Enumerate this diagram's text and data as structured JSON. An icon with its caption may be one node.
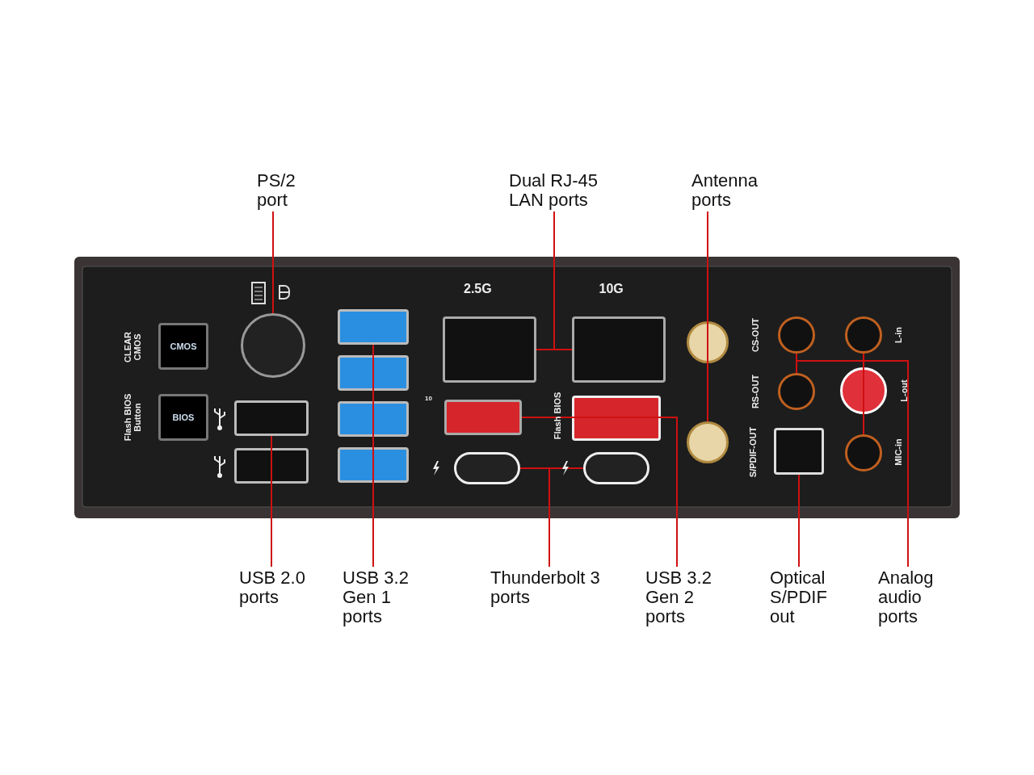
{
  "diagram": {
    "nodes": [
      {
        "text": [
          "PS/2 port"
        ]
      },
      {
        "text": [
          "Dual RJ-45 LAN ports"
        ]
      },
      {
        "text": [
          "Antenna ports"
        ]
      },
      {
        "text": [
          "CMOS"
        ]
      },
      {
        "text": [
          "BIOS"
        ]
      },
      {
        "text": [],
        "shape": "circle"
      },
      {
        "text": [],
        "shape": "box"
      },
      {
        "text": [],
        "shape": "box"
      },
      {
        "text": [],
        "shape": "box"
      },
      {
        "text": [],
        "shape": "box"
      },
      {
        "text": [],
        "shape": "box"
      },
      {
        "text": [],
        "shape": "box"
      },
      {
        "text": [],
        "shape": "box"
      },
      {
        "text": [],
        "shape": "box"
      },
      {
        "text": [],
        "shape": "box"
      },
      {
        "text": [],
        "shape": "box"
      },
      {
        "text": [],
        "shape": "box"
      },
      {
        "text": [],
        "shape": "box"
      },
      {
        "text": [],
        "shape": "circle"
      },
      {
        "text": [],
        "shape": "circle"
      },
      {
        "text": [],
        "shape": "circle"
      },
      {
        "text": [],
        "shape": "circle"
      },
      {
        "text": [],
        "shape": "box"
      },
      {
        "text": [],
        "shape": "circle"
      },
      {
        "text": [],
        "shape": "circle"
      },
      {
        "text": [],
        "shape": "circle"
      },
      {
        "text": [
          "USB 2.0 ports"
        ]
      },
      {
        "text": [
          "USB 3.2 Gen 1 ports"
        ]
      },
      {
        "text": [
          "Thunderbolt 3 ports"
        ]
      },
      {
        "text": [
          "USB 3.2 Gen 2 ports"
        ]
      },
      {
        "text": [
          "Optical S/PDIF out"
        ]
      },
      {
        "text": [
          "Analog audio ports"
        ]
      }
    ],
    "edges": [
      {
        "from": 0,
        "to": 5,
        "arrow": "none"
      },
      {
        "from": 1,
        "to": 12,
        "arrow": "none"
      },
      {
        "from": 1,
        "to": 13,
        "arrow": "none"
      },
      {
        "from": 2,
        "to": 18,
        "arrow": "none"
      },
      {
        "from": 2,
        "to": 19,
        "arrow": "none"
      },
      {
        "from": 26,
        "to": 6,
        "arrow": "none"
      },
      {
        "from": 26,
        "to": 7,
        "arrow": "none"
      },
      {
        "from": 27,
        "to": 8,
        "arrow": "none"
      },
      {
        "from": 27,
        "to": 9,
        "arrow": "none"
      },
      {
        "from": 27,
        "to": 10,
        "arrow": "none"
      },
      {
        "from": 27,
        "to": 11,
        "arrow": "none"
      },
      {
        "from": 28,
        "to": 16,
        "arrow": "none"
      },
      {
        "from": 28,
        "to": 17,
        "arrow": "none"
      },
      {
        "from": 29,
        "to": 14,
        "arrow": "none"
      },
      {
        "from": 29,
        "to": 15,
        "arrow": "none"
      },
      {
        "from": 30,
        "to": 22,
        "arrow": "none"
      },
      {
        "from": 31,
        "to": 20,
        "arrow": "none"
      },
      {
        "from": 31,
        "to": 21,
        "arrow": "none"
      },
      {
        "from": 31,
        "to": 23,
        "arrow": "none"
      },
      {
        "from": 31,
        "to": 24,
        "arrow": "none"
      },
      {
        "from": 31,
        "to": 25,
        "arrow": "none"
      }
    ],
    "labels": [
      "CLEAR CMOS",
      "Flash BIOS Button",
      "2.5G",
      "10G",
      "10",
      "Flash BIOS",
      "CS-OUT",
      "L-in",
      "RS-OUT",
      "L-out",
      "S/PDIF-OUT",
      "MIC-in"
    ]
  }
}
